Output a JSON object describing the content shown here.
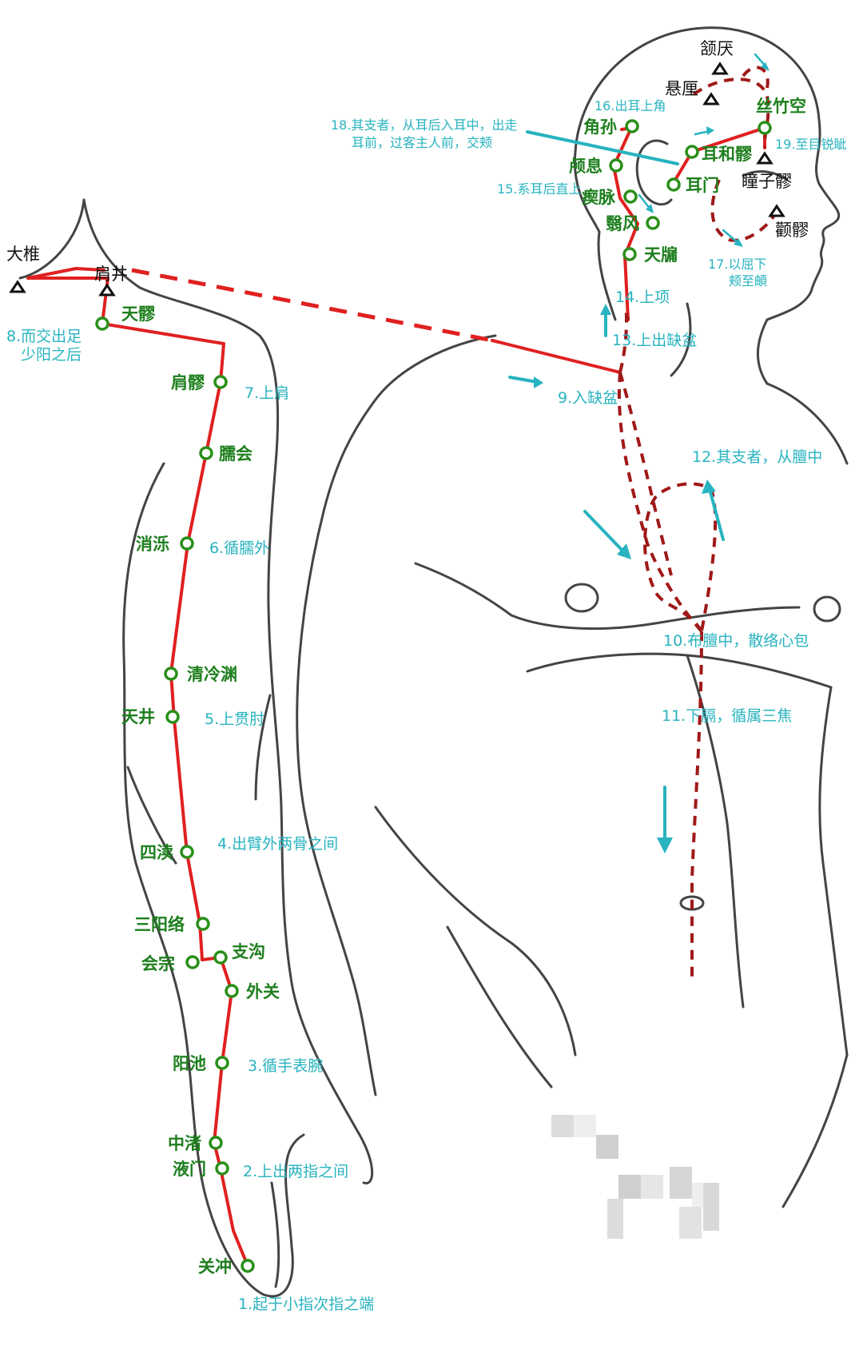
{
  "points": {
    "guanchong": "关冲",
    "yemen": "液门",
    "zhongzhu": "中渚",
    "yangchi": "阳池",
    "waiguan": "外关",
    "zhigou": "支沟",
    "huizong": "会宗",
    "sanyangluo": "三阳络",
    "sidu": "四渎",
    "tianjing": "天井",
    "qinglengyuan": "清冷渊",
    "xiaoluo": "消泺",
    "naohui": "臑会",
    "jianliao": "肩髎",
    "tianliao": "天髎",
    "tianyou": "天牖",
    "yifeng": "翳风",
    "chimai": "瘈脉",
    "luxi": "颅息",
    "jiaosun": "角孙",
    "ermen": "耳门",
    "erheliao": "耳和髎",
    "sizhukong": "丝竹空"
  },
  "related_points": {
    "dazhui": "大椎",
    "jianjing": "肩井",
    "hanyan": "颔厌",
    "xuanli": "悬厘",
    "tongziliao": "瞳子髎",
    "quanliao": "颧髎"
  },
  "steps": {
    "s1": "1.起于小指次指之端",
    "s2": "2.上出两指之间",
    "s3": "3.循手表腕",
    "s4": "4.出臂外两骨之间",
    "s5": "5.上贯肘",
    "s6": "6.循臑外",
    "s7": "7.上肩",
    "s8_line1": "8.而交出足",
    "s8_line2": "少阳之后",
    "s9": "9.入缺盆",
    "s10": "10.布膻中，散络心包",
    "s11": "11.下膈，循属三焦",
    "s12": "12.其支者，从膻中",
    "s13": "13.上出缺盆",
    "s14": "14.上项",
    "s15": "15.系耳后直上",
    "s16": "16.出耳上角",
    "s17_line1": "17.以屈下",
    "s17_line2": "颊至頔",
    "s18_line1": "18.其支者，从耳后入耳中，出走",
    "s18_line2": "耳前，过客主人前，交颊",
    "s19": "19.至目锐眦"
  },
  "colors": {
    "meridian": "#e02020",
    "point_ring": "#2a8f1a",
    "point_label": "#1e7f1e",
    "step_label": "#27b3bf",
    "outline": "#444444"
  },
  "legend_icons": {
    "acupoint": "green-circle",
    "related_point": "black-triangle"
  }
}
